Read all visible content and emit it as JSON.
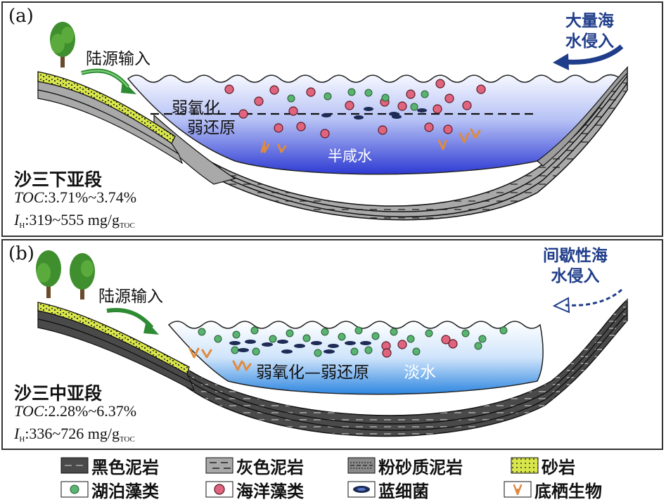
{
  "panel_a": {
    "label": "(a)",
    "land_input": "陆源输入",
    "sea_intrusion": [
      "大量海",
      "水侵入"
    ],
    "redox_upper": "弱氧化",
    "redox_lower": "弱还原",
    "water_type": "半咸水",
    "section": "沙三下亚段",
    "toc_label": "TOC",
    "toc_value": ":3.71%~3.74%",
    "ih_label": "I",
    "ih_sub": "H",
    "ih_value": ":319~555 mg/g",
    "ih_unit_sub": "TOC"
  },
  "panel_b": {
    "label": "(b)",
    "land_input": "陆源输入",
    "sea_intrusion": [
      "间歇性海",
      "水侵入"
    ],
    "redox": "弱氧化—弱还原",
    "water_type": "淡水",
    "section": "沙三中亚段",
    "toc_label": "TOC",
    "toc_value": ":2.28%~6.37%",
    "ih_label": "I",
    "ih_sub": "H",
    "ih_value": ":336~726 mg/g",
    "ih_unit_sub": "TOC"
  },
  "legend": [
    {
      "icon": "black-mudstone-swatch",
      "label": "黑色泥岩"
    },
    {
      "icon": "gray-mudstone-swatch",
      "label": "灰色泥岩"
    },
    {
      "icon": "silty-mudstone-swatch",
      "label": "粉砂质泥岩"
    },
    {
      "icon": "sandstone-swatch",
      "label": "砂岩"
    },
    {
      "icon": "lacustrine-algae-icon",
      "label": "湖泊藻类"
    },
    {
      "icon": "marine-algae-icon",
      "label": "海洋藻类"
    },
    {
      "icon": "cyanobacteria-icon",
      "label": "蓝细菌"
    },
    {
      "icon": "benthic-organism-icon",
      "label": "底栖生物"
    }
  ],
  "colors": {
    "water_top": "#f4f7ff",
    "water_bottom": "#2f3fd6",
    "water_b_bottom": "#2d86e0",
    "gray_mudstone": "#a8a8a8",
    "black_mudstone": "#4a4a4a",
    "sandstone": "#d8e64a",
    "marine_algae": "#e0647e",
    "lacustrine_algae": "#58b470",
    "benthic": "#e08a3c",
    "arrow_green": "#3aa341",
    "arrow_blue": "#1f3d8a"
  }
}
